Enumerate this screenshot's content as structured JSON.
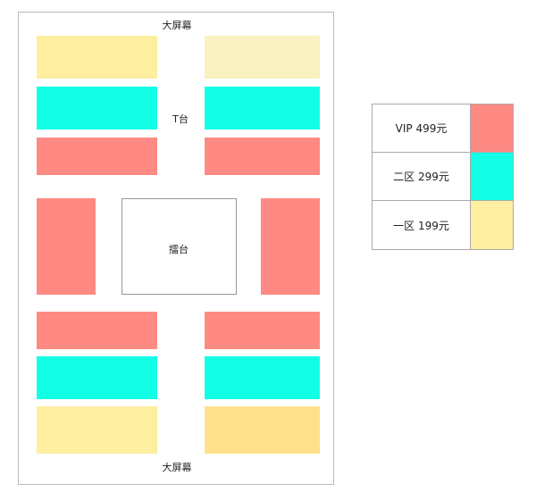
{
  "venue": {
    "top_screen": "大屏幕",
    "bottom_screen": "大屏幕",
    "runway": "T台",
    "stage": "擂台"
  },
  "colors": {
    "vip": "#ff8a84",
    "zone2": "#12ffe6",
    "zone1": "#fdeea0",
    "zone1_alt": "#f9f1bf",
    "zone1_dark": "#ffe08c"
  },
  "legend": [
    {
      "label": "VIP 499元",
      "color": "#ff8a84"
    },
    {
      "label": "二区 299元",
      "color": "#12ffe6"
    },
    {
      "label": "一区 199元",
      "color": "#fdeea0"
    }
  ]
}
